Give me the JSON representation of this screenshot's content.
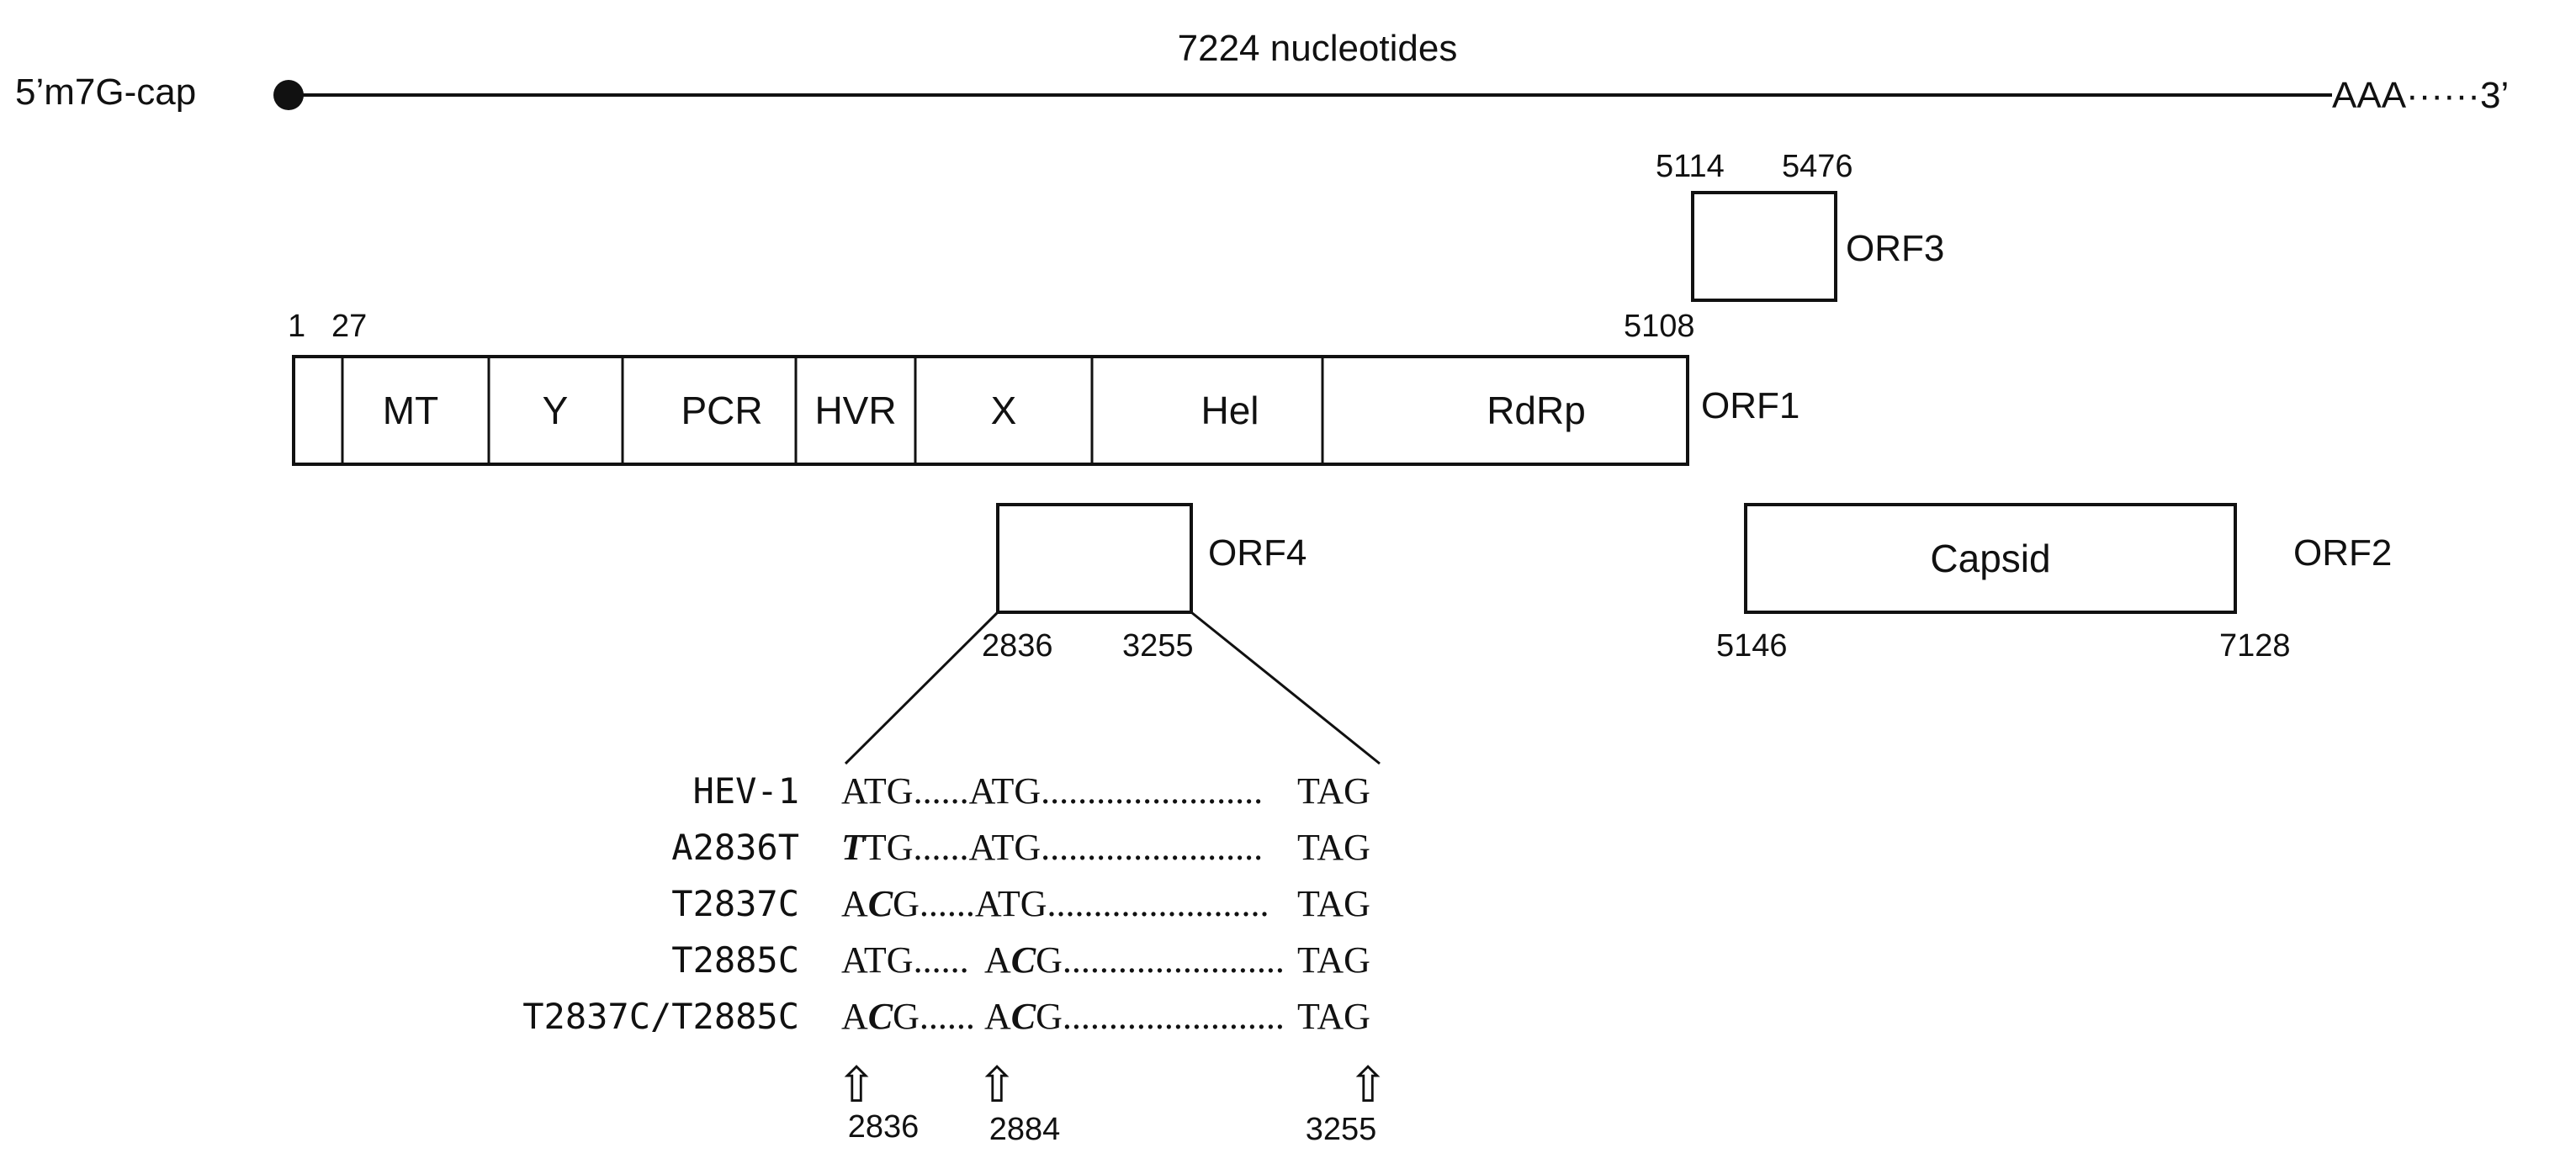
{
  "genome": {
    "cap_label": "5’m7G-cap",
    "length_label": "7224 nucleotides",
    "tail_label": "AAA",
    "tail_dots": "······",
    "three_prime": "3’"
  },
  "orf1": {
    "name": "ORF1",
    "start_labels": [
      "1",
      "27"
    ],
    "end_label": "5108",
    "domains": [
      "MT",
      "Y",
      "PCR",
      "HVR",
      "X",
      "Hel",
      "RdRp"
    ]
  },
  "orf3": {
    "name": "ORF3",
    "start_label": "5114",
    "end_label": "5476"
  },
  "orf4": {
    "name": "ORF4",
    "start_label": "2836",
    "end_label": "3255"
  },
  "orf2": {
    "name": "ORF2",
    "product": "Capsid",
    "start_label": "5146",
    "end_label": "7128"
  },
  "sequences": [
    {
      "name": "HEV-1",
      "c1a": "",
      "m1": "",
      "c1b": "ATG",
      "d1": "......",
      "c2a": "",
      "m2": "",
      "c2b": "ATG",
      "d2": "........................",
      "stop": "TAG"
    },
    {
      "name": "A2836T",
      "c1a": "",
      "m1": "T",
      "c1b": "TG",
      "d1": "......",
      "c2a": "",
      "m2": "",
      "c2b": "ATG",
      "d2": "........................",
      "stop": "TAG"
    },
    {
      "name": "T2837C",
      "c1a": "A",
      "m1": "C",
      "c1b": "G",
      "d1": "......",
      "c2a": "",
      "m2": "",
      "c2b": "ATG",
      "d2": "........................",
      "stop": "TAG"
    },
    {
      "name": "T2885C",
      "c1a": "",
      "m1": "",
      "c1b": "ATG",
      "d1": "......",
      "c2a": "A",
      "m2": "C",
      "c2b": "G",
      "d2": "........................",
      "stop": "TAG"
    },
    {
      "name": "T2837C/T2885C",
      "c1a": "A",
      "m1": "C",
      "c1b": "G",
      "d1": "......",
      "c2a": "A",
      "m2": "C",
      "c2b": "G",
      "d2": "........................",
      "stop": "TAG"
    }
  ],
  "arrows": [
    {
      "symbol": "⇧",
      "label": "2836"
    },
    {
      "symbol": "⇧",
      "label": "2884"
    },
    {
      "symbol": "⇧",
      "label": "3255"
    }
  ]
}
